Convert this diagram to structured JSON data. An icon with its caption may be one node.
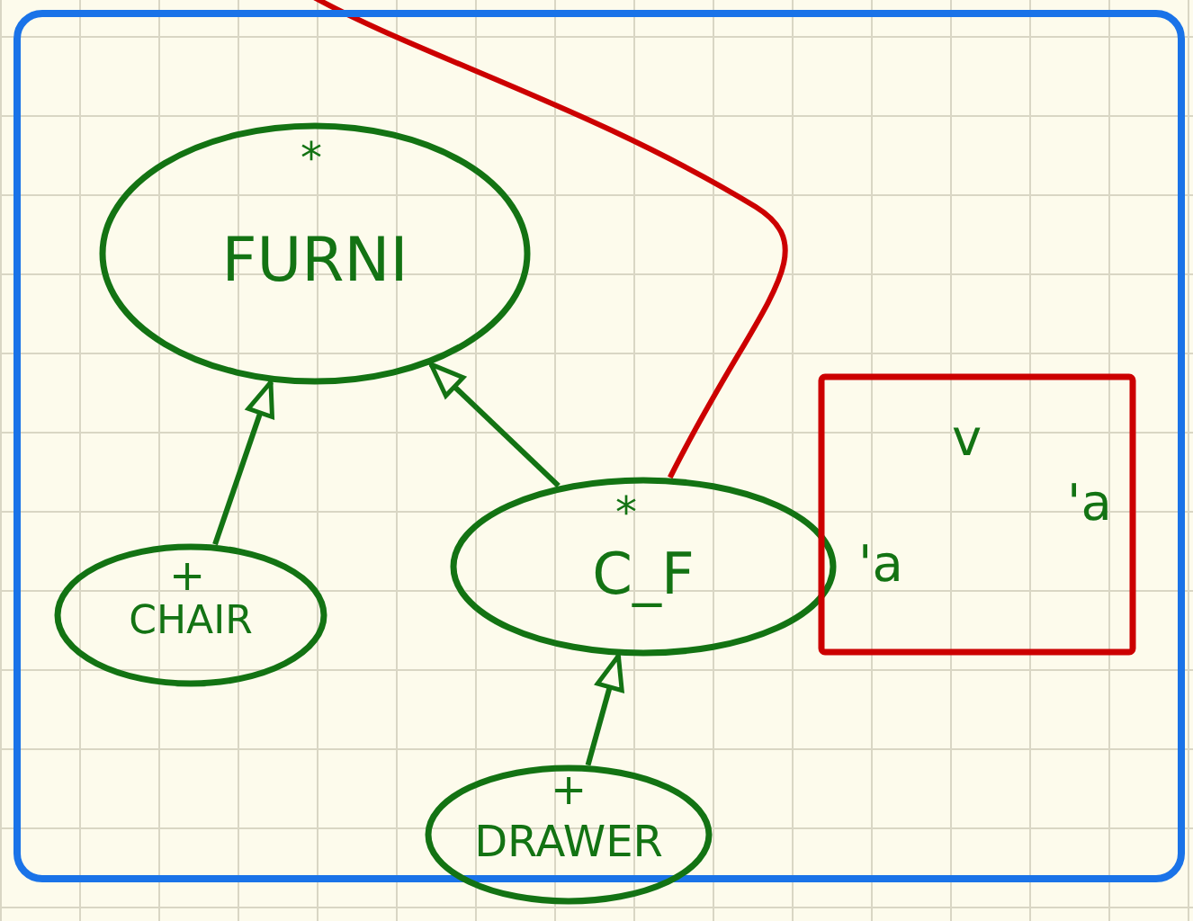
{
  "diagram": {
    "nodes": [
      {
        "text": [],
        "shape": "box"
      },
      {
        "text": [
          "*",
          "FURNI"
        ],
        "in": 0
      },
      {
        "text": [
          "*",
          "C_F"
        ],
        "in": 0
      },
      {
        "text": [
          "+",
          "CHAIR"
        ],
        "in": 0
      },
      {
        "text": [
          "'a",
          "v",
          "'a"
        ],
        "in": 0
      },
      {
        "text": [
          "+",
          "DRAWER"
        ]
      }
    ],
    "edges": [
      {
        "from": 3,
        "to": 1,
        "arrow": "to"
      },
      {
        "from": 2,
        "to": 1,
        "arrow": "to"
      },
      {
        "from": 5,
        "to": 2,
        "arrow": "to"
      },
      {
        "from": 2,
        "to": null,
        "arrow": "none",
        "color": "#cc0000"
      }
    ]
  }
}
